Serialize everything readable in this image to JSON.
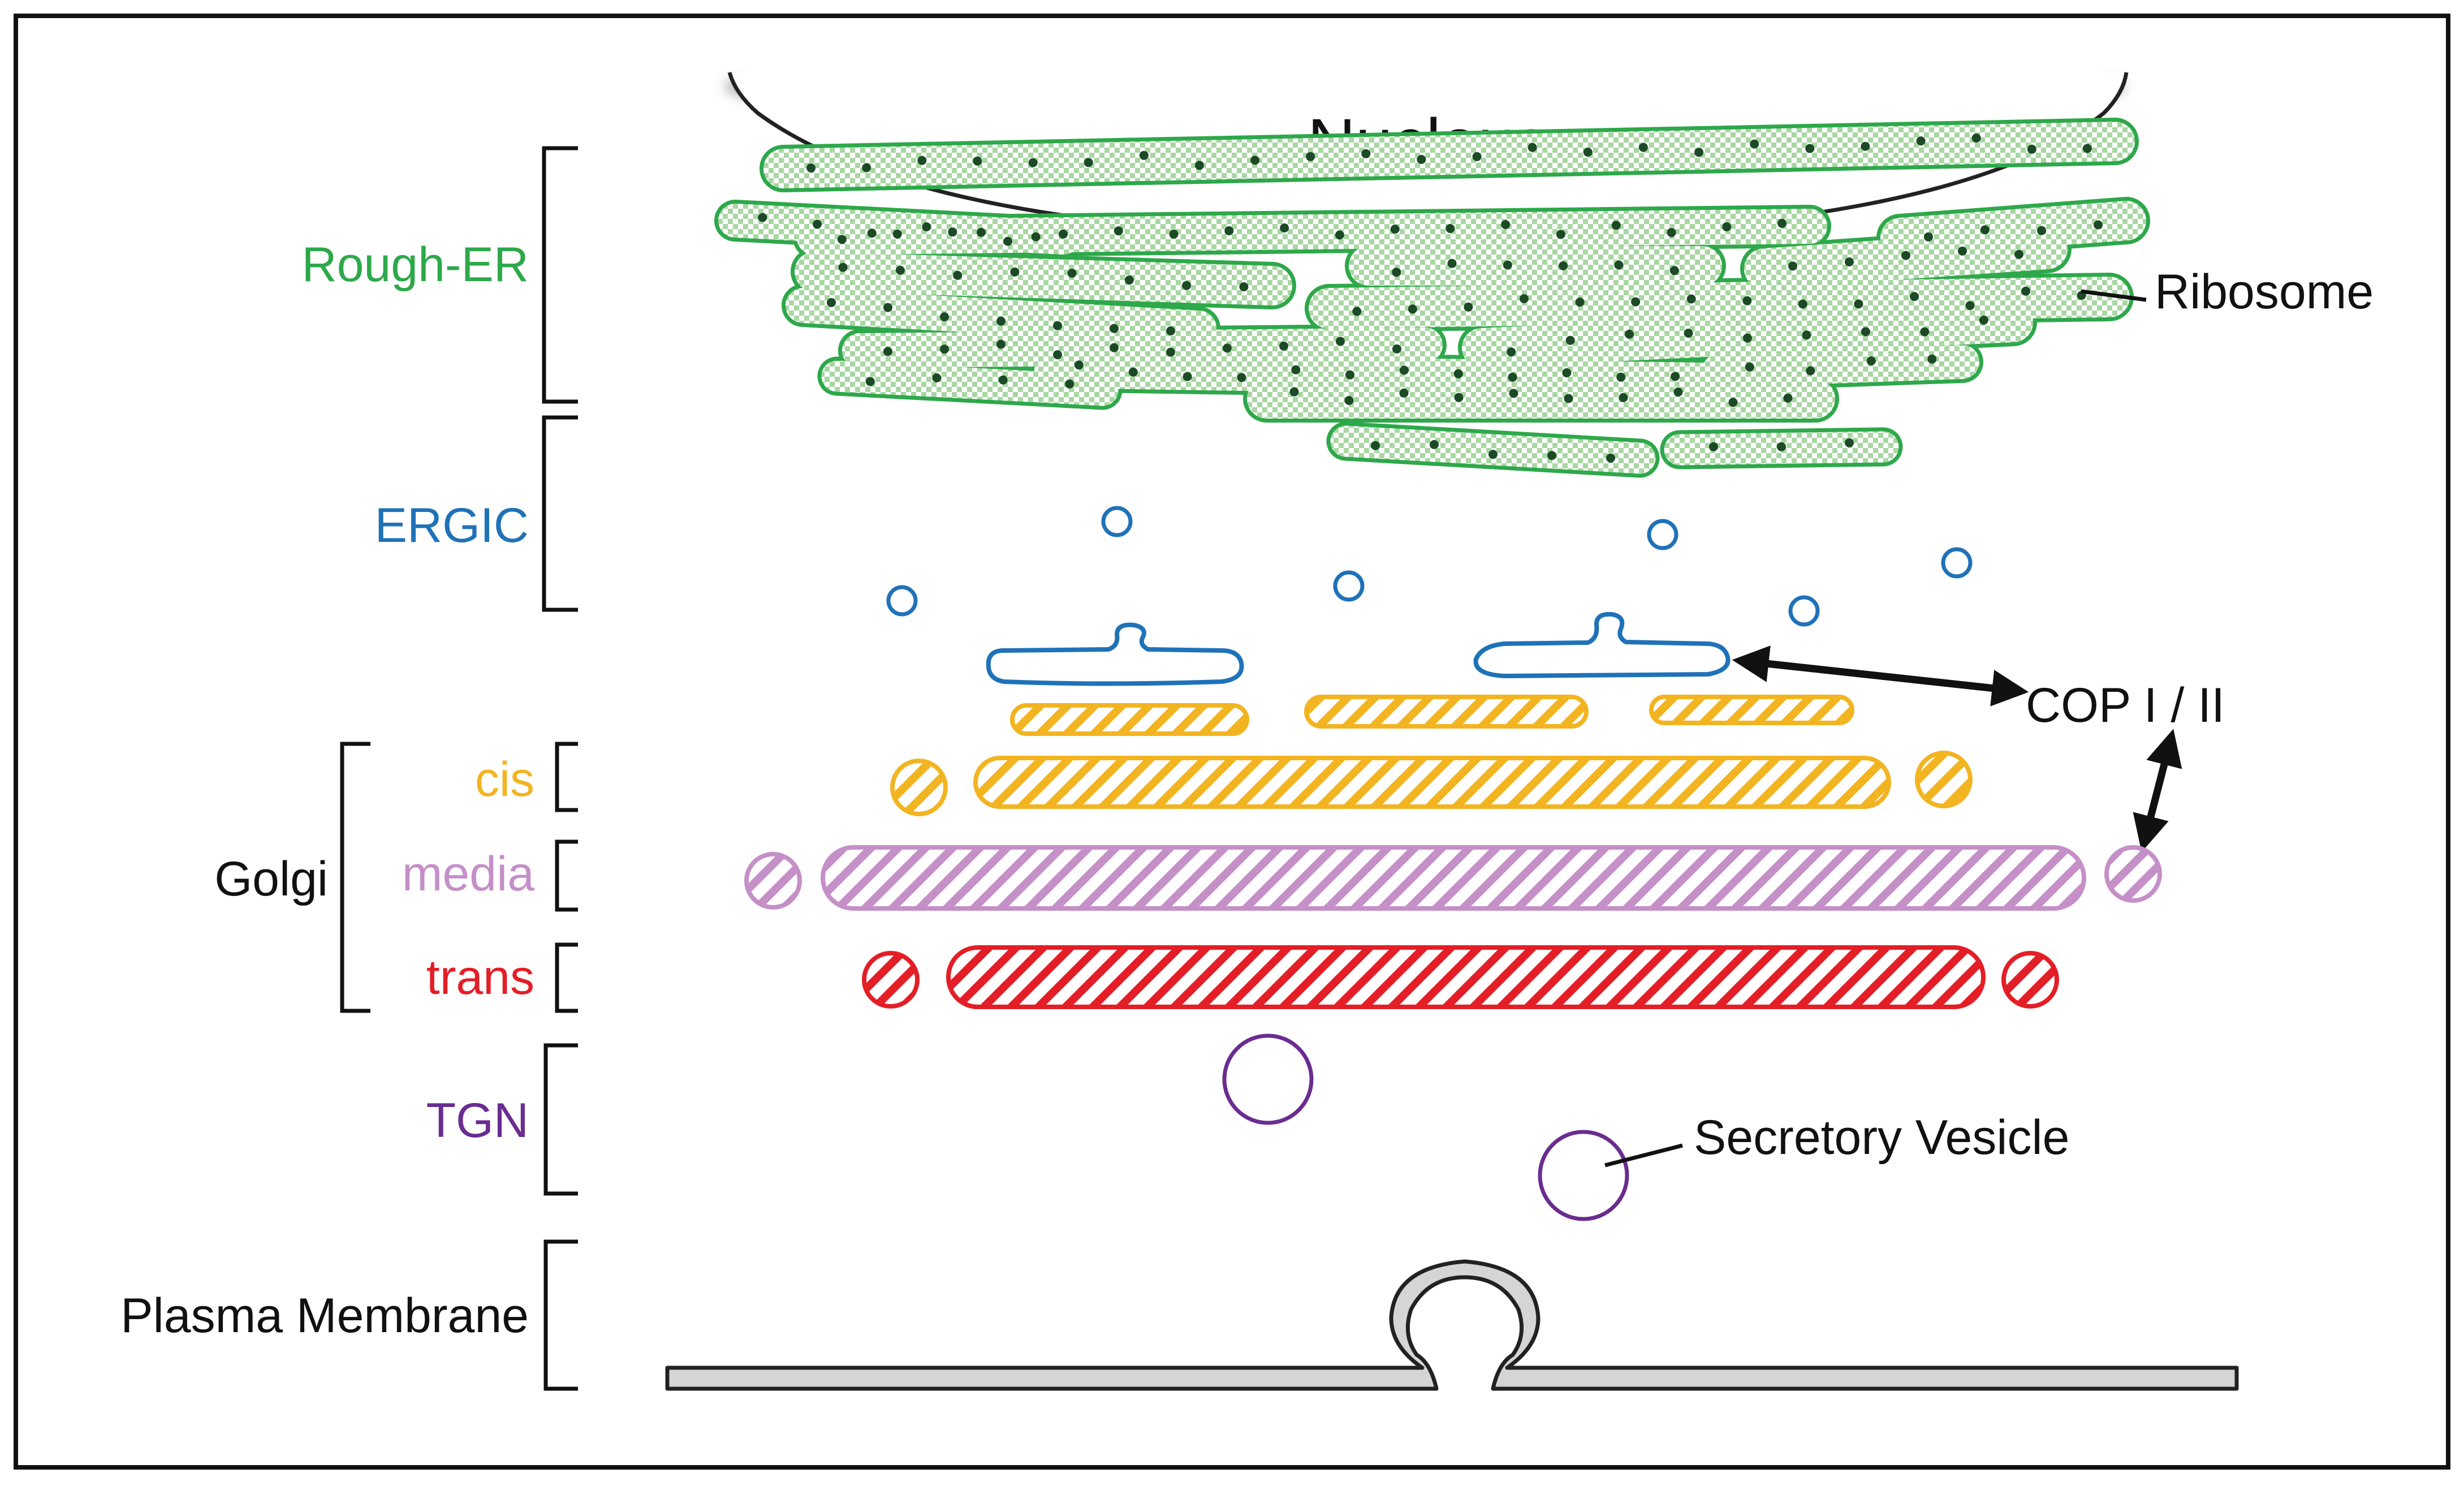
{
  "labels": {
    "nucleus": "Nucleus",
    "ribosome": "Ribosome",
    "cop": "COP I / II",
    "secretory_vesicle": "Secretory Vesicle",
    "rough_er": "Rough-ER",
    "ergic": "ERGIC",
    "golgi": "Golgi",
    "cis": "cis",
    "media": "media",
    "trans": "trans",
    "tgn": "TGN",
    "plasma_membrane": "Plasma Membrane"
  },
  "colors": {
    "rough_er": "#2da84a",
    "ergic": "#1f72b8",
    "cis": "#f2b420",
    "media": "#c58fc8",
    "trans": "#e41e26",
    "tgn": "#6a2c91",
    "black": "#111111"
  }
}
